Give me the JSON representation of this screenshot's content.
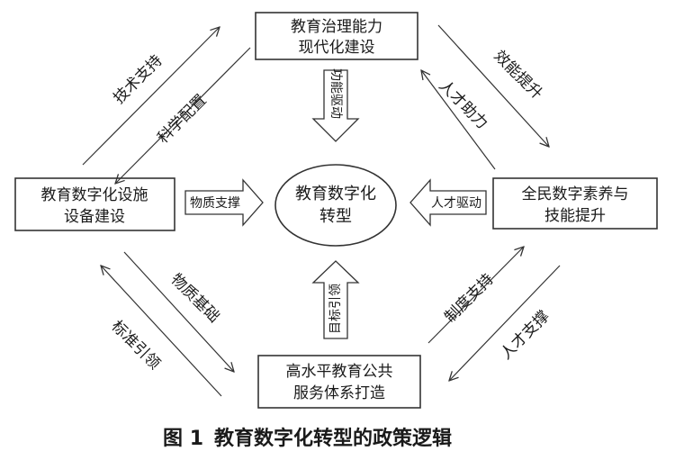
{
  "boxes": {
    "top": [
      "教育治理能力",
      "现代化建设"
    ],
    "left": [
      "教育数字化设施",
      "设备建设"
    ],
    "right": [
      "全民数字素养与",
      "技能提升"
    ],
    "bottom": [
      "高水平教育公共",
      "服务体系打造"
    ],
    "center": [
      "教育数字化",
      "转型"
    ]
  },
  "drivers": {
    "top": "功能驱动",
    "left": "物质支撑",
    "right": "人才驱动",
    "bottom": "目标引领"
  },
  "links": {
    "top_left_outer": "技术支持",
    "top_left_inner": "科学配置",
    "top_right_outer": "效能提升",
    "top_right_inner": "人才助力",
    "bottom_left_inner": "物质基础",
    "bottom_left_outer": "标准引领",
    "bottom_right_inner": "制度支持",
    "bottom_right_outer": "人才支撑"
  },
  "caption": {
    "label": "图 1",
    "title": "教育数字化转型的政策逻辑"
  }
}
